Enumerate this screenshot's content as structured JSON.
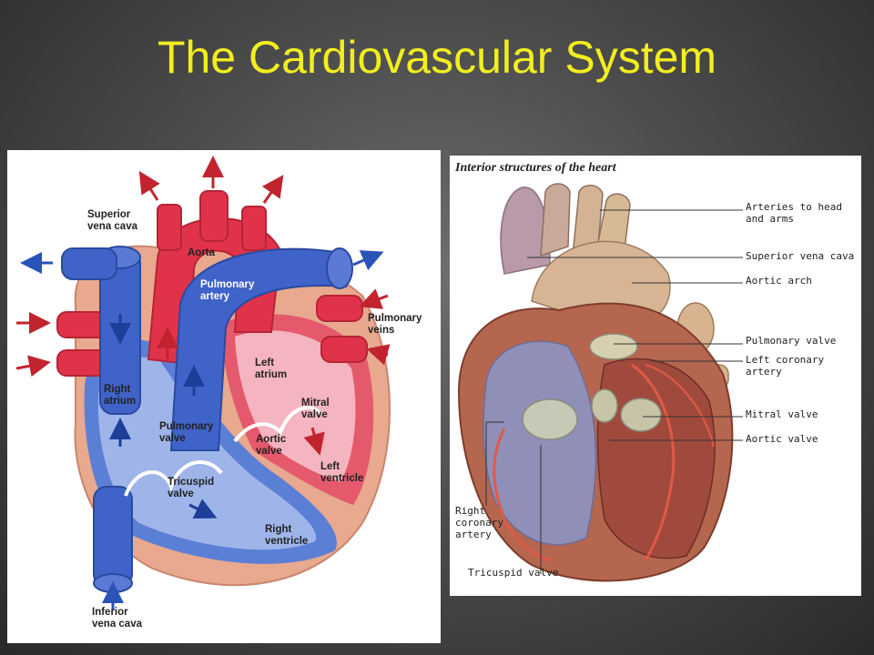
{
  "title": "The Cardiovascular System",
  "left_diagram": {
    "labels": {
      "superior_vena_cava": "Superior\nvena cava",
      "aorta": "Aorta",
      "pulmonary_artery": "Pulmonary\nartery",
      "pulmonary_veins": "Pulmonary\nveins",
      "left_atrium": "Left\natrium",
      "right_atrium": "Right\natrium",
      "mitral_valve": "Mitral\nvalve",
      "pulmonary_valve": "Pulmonary\nvalve",
      "aortic_valve": "Aortic\nvalve",
      "left_ventricle": "Left\nventricle",
      "tricuspid_valve": "Tricuspid\nvalve",
      "right_ventricle": "Right\nventricle",
      "inferior_vena_cava": "Inferior\nvena cava"
    }
  },
  "right_diagram": {
    "title": "Interior structures of the heart",
    "labels": {
      "arteries_to_head": "Arteries to head\n and arms",
      "superior_vena_cava": "Superior vena cava",
      "aortic_arch": "Aortic arch",
      "pulmonary_valve": "Pulmonary valve",
      "left_coronary_artery": "Left coronary\nartery",
      "mitral_valve": "Mitral valve",
      "aortic_valve": "Aortic valve",
      "right_coronary_artery": "Right\ncoronary\nartery",
      "tricuspid_valve": "Tricuspid valve"
    }
  },
  "colors": {
    "title": "#f2ee1e",
    "oxygenated": "#e0334a",
    "deoxygenated": "#3f63c8",
    "heart_wall": "#e8a98f"
  }
}
